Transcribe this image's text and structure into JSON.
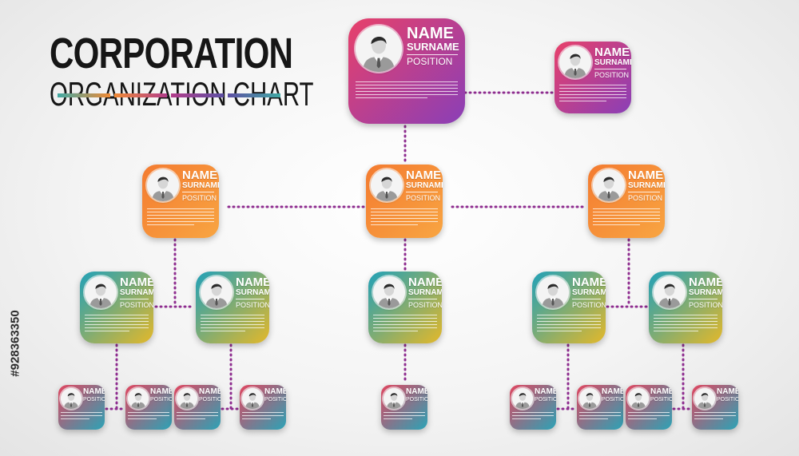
{
  "title": {
    "line1": "CORPORATION",
    "line2": "ORGANIZATION CHART",
    "bar_colors": [
      "#41a9a4",
      "#f08a35",
      "#b23c8a",
      "#5d4fa3"
    ]
  },
  "stock_id": "#928363350",
  "card_text": {
    "name": "NAME",
    "surname": "SURNAME",
    "position": "POSITION"
  },
  "card_gradients": {
    "top": [
      "#e8406a",
      "#8a3fb7"
    ],
    "level2": [
      "#f47b30",
      "#f8a542"
    ],
    "level3": [
      "#21a1b8",
      "#e3b82a"
    ],
    "level4": [
      "#e2455f",
      "#2ba3b6"
    ]
  },
  "connector_color": "#8e2d8f",
  "cards": [
    {
      "id": "ceo",
      "level": "top",
      "size": "xl"
    },
    {
      "id": "assistant",
      "level": "top",
      "size": "l"
    },
    {
      "id": "manager-left",
      "level": "level2",
      "size": "m"
    },
    {
      "id": "manager-center",
      "level": "level2",
      "size": "m"
    },
    {
      "id": "manager-right",
      "level": "level2",
      "size": "m"
    },
    {
      "id": "lead-1",
      "level": "level3",
      "size": "m"
    },
    {
      "id": "lead-2",
      "level": "level3",
      "size": "m"
    },
    {
      "id": "lead-3",
      "level": "level3",
      "size": "m"
    },
    {
      "id": "lead-4",
      "level": "level3",
      "size": "m"
    },
    {
      "id": "lead-5",
      "level": "level3",
      "size": "m"
    },
    {
      "id": "staff-1",
      "level": "level4",
      "size": "s"
    },
    {
      "id": "staff-2",
      "level": "level4",
      "size": "s"
    },
    {
      "id": "staff-3",
      "level": "level4",
      "size": "s"
    },
    {
      "id": "staff-4",
      "level": "level4",
      "size": "s"
    },
    {
      "id": "staff-5",
      "level": "level4",
      "size": "s"
    },
    {
      "id": "staff-6",
      "level": "level4",
      "size": "s"
    },
    {
      "id": "staff-7",
      "level": "level4",
      "size": "s"
    },
    {
      "id": "staff-8",
      "level": "level4",
      "size": "s"
    },
    {
      "id": "staff-9",
      "level": "level4",
      "size": "s"
    }
  ]
}
